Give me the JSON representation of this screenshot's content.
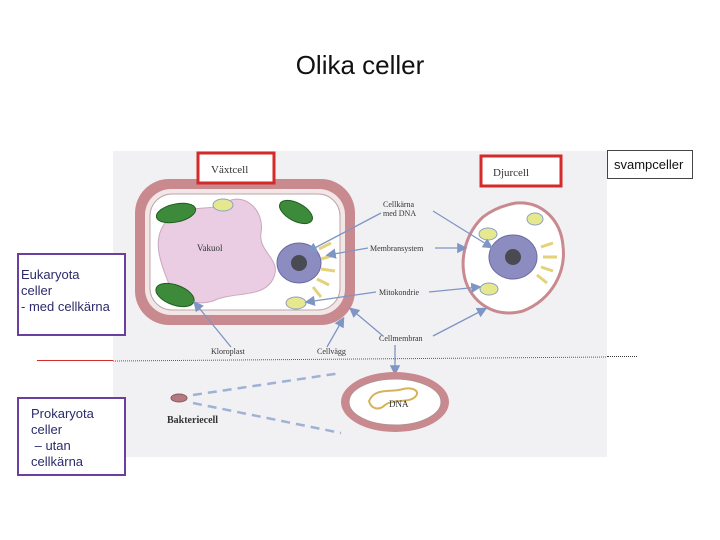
{
  "slide": {
    "title": "Olika celler"
  },
  "labels": {
    "eukaryota": "Eukaryota\nceller\n- med cellkärna",
    "prokaryota": "Prokaryota\nceller\n – utan\ncellkärna",
    "svamp": "svampceller"
  },
  "diagram": {
    "plant_cell": "Växtcell",
    "animal_cell": "Djurcell",
    "vacuole": "Vakuol",
    "nucleus": "Cellkärna",
    "nucleus_2": "med DNA",
    "membrane_system": "Membransystem",
    "mitochondria": "Mitokondrie",
    "cell_membrane": "Cellmembran",
    "chloroplast": "Kloroplast",
    "cell_wall": "Cellvägg",
    "bacteria": "Bakteriecell",
    "dna": "DNA"
  },
  "colors": {
    "highlight_red": "#d42a2a",
    "frame_purple": "#6a3fa0",
    "cell_wall_pink": "#c98a8f",
    "vacuole_pink": "#eacde3",
    "chloroplast_green": "#3c8a3a",
    "arrow_blue": "#7f95c4"
  }
}
